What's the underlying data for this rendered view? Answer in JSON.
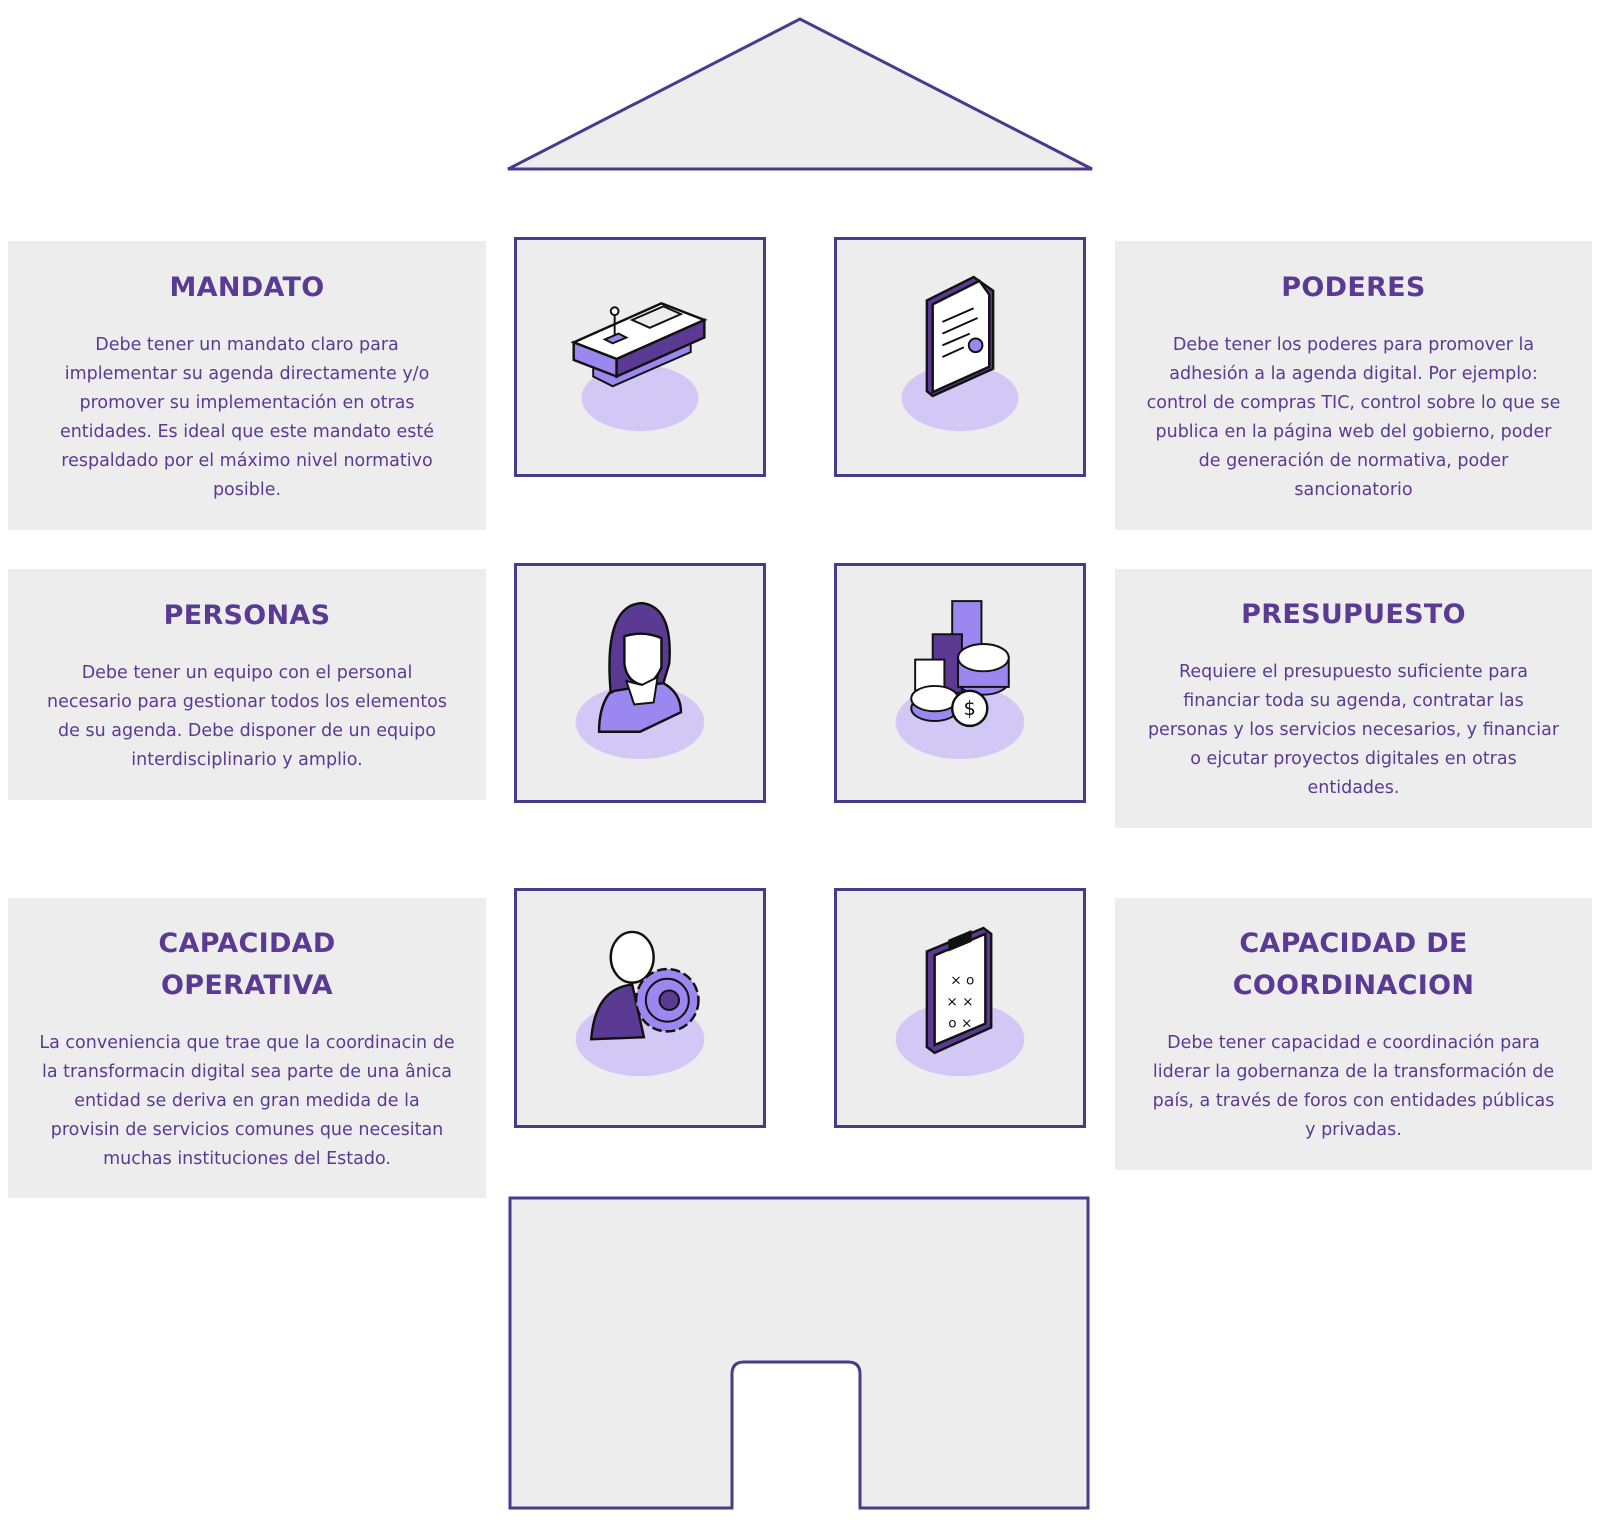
{
  "colors": {
    "accent": "#5b3a93",
    "border": "#4a3a8c",
    "panel": "#ededed",
    "icon_fill": "#9b87f0",
    "shadow": "#d2c8f5"
  },
  "pillars": [
    {
      "title": "MANDATO",
      "body": "Debe tener un mandato claro para implementar su agenda directamente y/o promover su implementación en otras entidades. Es ideal que este mandato esté respaldado por el máximo nivel normativo posible.",
      "icon": "podium-icon"
    },
    {
      "title": "PODERES",
      "body": "Debe tener los poderes para promover la adhesión a la agenda digital. Por ejemplo: control de compras TIC, control sobre lo que se publica en la página web del gobierno, poder de generación de normativa, poder sancionatorio",
      "icon": "document-seal-icon"
    },
    {
      "title": "PERSONAS",
      "body": "Debe tener un equipo con el personal necesario para gestionar todos los elementos de su agenda. Debe disponer de un equipo interdisciplinario y amplio.",
      "icon": "person-icon"
    },
    {
      "title": "PRESUPUESTO",
      "body": "Requiere el presupuesto suficiente para financiar toda su agenda, contratar las personas y los servicios necesarios, y financiar o ejcutar proyectos digitales en otras entidades.",
      "icon": "coins-chart-icon"
    },
    {
      "title": "CAPACIDAD OPERATIVA",
      "body": "La conveniencia que trae que la coordinacin de la transformacin digital sea parte de una ânica entidad se deriva en gran medida de la provisin de servicios comunes que necesitan muchas instituciones del Estado.",
      "icon": "user-gear-icon"
    },
    {
      "title": "CAPACIDAD DE COORDINACION",
      "body": "Debe tener capacidad e coordinación para liderar la gobernanza de la transformación de país, a través de foros con entidades públicas y privadas.",
      "icon": "strategy-clipboard-icon"
    }
  ]
}
